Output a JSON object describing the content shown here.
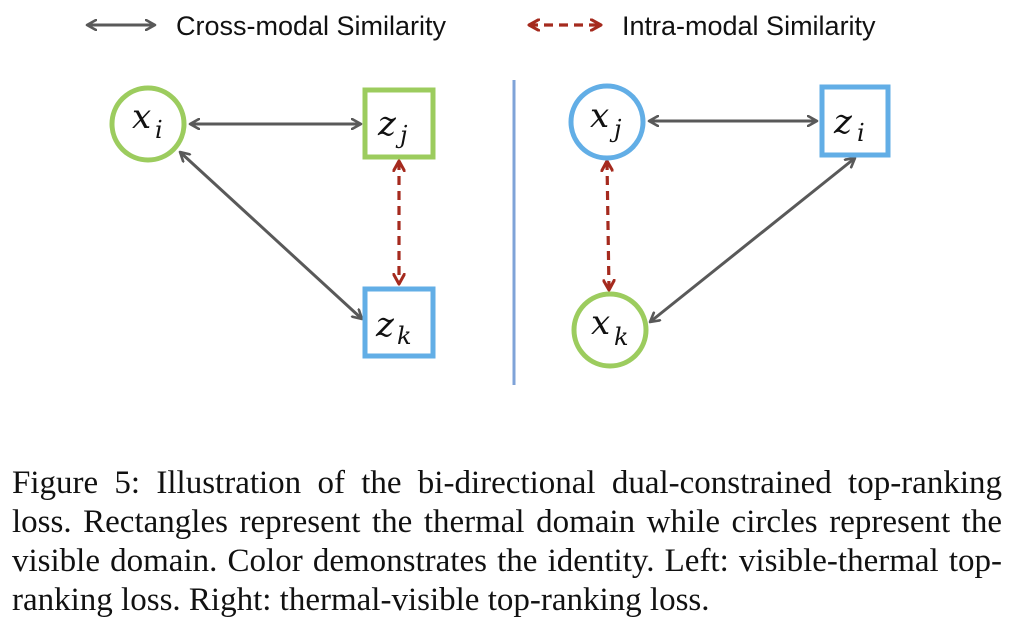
{
  "legend": {
    "cross_modal_label": "Cross-modal Similarity",
    "intra_modal_label": "Intra-modal Similarity"
  },
  "colors": {
    "identity_green": "#9ccc5e",
    "identity_blue": "#62aee6",
    "cross_modal_arrow": "#595959",
    "intra_modal_arrow": "#a52a1e",
    "divider": "#7fa3d8"
  },
  "left_panel": {
    "nodes": [
      {
        "id": "xi",
        "shape": "circle",
        "base": "x",
        "sub": "i",
        "identity": "green"
      },
      {
        "id": "zj",
        "shape": "rectangle",
        "base": "z",
        "sub": "j",
        "identity": "green"
      },
      {
        "id": "zk",
        "shape": "rectangle",
        "base": "z",
        "sub": "k",
        "identity": "blue"
      }
    ],
    "edges": [
      {
        "from": "xi",
        "to": "zj",
        "type": "cross-modal"
      },
      {
        "from": "xi",
        "to": "zk",
        "type": "cross-modal"
      },
      {
        "from": "zj",
        "to": "zk",
        "type": "intra-modal"
      }
    ]
  },
  "right_panel": {
    "nodes": [
      {
        "id": "xj",
        "shape": "circle",
        "base": "x",
        "sub": "j",
        "identity": "blue"
      },
      {
        "id": "zi",
        "shape": "rectangle",
        "base": "z",
        "sub": "i",
        "identity": "blue"
      },
      {
        "id": "xk",
        "shape": "circle",
        "base": "x",
        "sub": "k",
        "identity": "green"
      }
    ],
    "edges": [
      {
        "from": "xj",
        "to": "zi",
        "type": "cross-modal"
      },
      {
        "from": "zi",
        "to": "xk",
        "type": "cross-modal"
      },
      {
        "from": "xj",
        "to": "xk",
        "type": "intra-modal"
      }
    ]
  },
  "caption": "Figure 5: Illustration of the bi-directional dual-constrained top-ranking loss. Rectangles represent the thermal domain while circles represent the visible domain. Color demonstrates the identity. Left: visible-thermal top-ranking loss. Right: thermal-visible top-ranking loss."
}
